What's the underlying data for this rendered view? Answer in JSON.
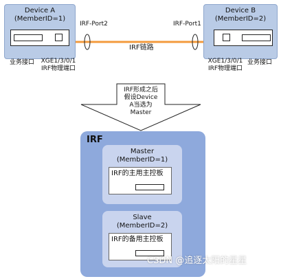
{
  "device_a": {
    "title": "Device A",
    "member": "(MemberID=1)",
    "service_port": "业务接口",
    "irf_port_name": "XGE1/3/0/1",
    "irf_port_label": "IRF物理端口",
    "logical_port": "IRF-Port2"
  },
  "device_b": {
    "title": "Device B",
    "member": "(MemberID=2)",
    "service_port": "业务接口",
    "irf_port_name": "XGE1/3/0/1",
    "irf_port_label": "IRF物理端口",
    "logical_port": "IRF-Port1"
  },
  "link_label": "IRF链路",
  "arrow_text": [
    "IRF形成之后",
    "假设Device",
    "A当选为",
    "Master"
  ],
  "irf": {
    "title": "IRF",
    "master": {
      "role": "Master",
      "member": "(MemberID=1)",
      "board": "IRF的主用主控板"
    },
    "slave": {
      "role": "Slave",
      "member": "(MemberID=2)",
      "board": "IRF的备用主控板"
    }
  },
  "watermark": "CSDN @追逐太阳的星星",
  "colors": {
    "link": "#f39a3c",
    "device_fill": "#b9cbe6",
    "irf_fill": "#8ea9dc",
    "member_fill": "#c9d4ee"
  }
}
